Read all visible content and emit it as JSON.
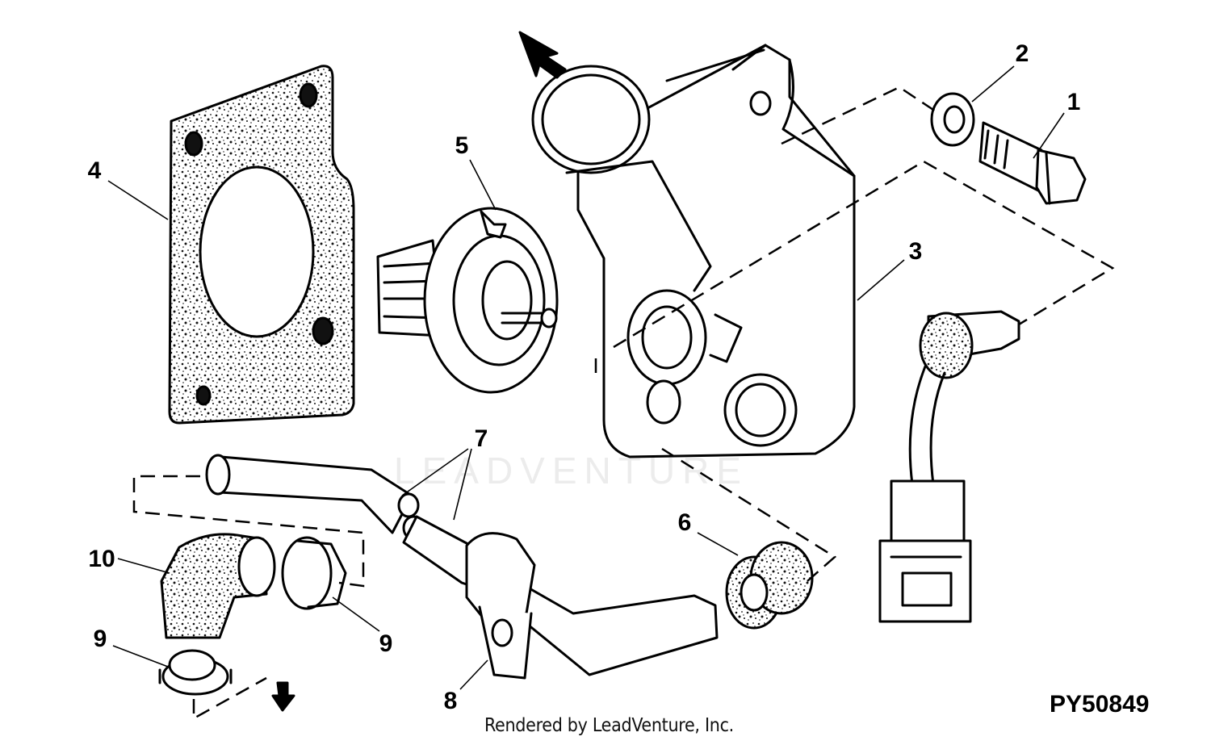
{
  "watermark": "LEADVENTURE",
  "figure_id": "PY50849",
  "credit": "Rendered by LeadVenture, Inc.",
  "callouts": [
    "1",
    "2",
    "3",
    "4",
    "5",
    "6",
    "7",
    "8",
    "9",
    "9",
    "10"
  ],
  "parts": [
    {
      "ref": "1",
      "name": "bolt"
    },
    {
      "ref": "2",
      "name": "washer"
    },
    {
      "ref": "3",
      "name": "thermostat-housing"
    },
    {
      "ref": "4",
      "name": "gasket"
    },
    {
      "ref": "5",
      "name": "thermostat"
    },
    {
      "ref": "6",
      "name": "fitting"
    },
    {
      "ref": "7",
      "name": "coolant-hose"
    },
    {
      "ref": "8",
      "name": "hose-clamp-bracket"
    },
    {
      "ref": "9",
      "name": "hose-clamp"
    },
    {
      "ref": "10",
      "name": "elbow-hose"
    }
  ]
}
